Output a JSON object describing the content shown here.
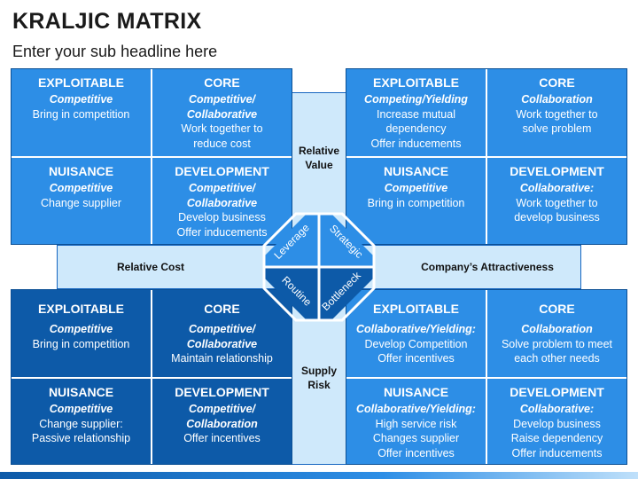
{
  "title": "KRALJIC MATRIX",
  "subtitle": "Enter your sub headline here",
  "bands": {
    "relative_value": "Relative\nValue",
    "relative_cost": "Relative Cost",
    "companys_attractiveness": "Company’s Attractiveness",
    "supply_risk": "Supply\nRisk"
  },
  "center": {
    "leverage": "Leverage",
    "strategic": "Strategic",
    "routine": "Routine",
    "bottleneck": "Bottleneck"
  },
  "quadrants": {
    "top_left": {
      "cells": [
        {
          "head": "EXPLOITABLE",
          "strat": "Competitive",
          "desc": [
            "Bring in competition"
          ]
        },
        {
          "head": "CORE",
          "strat": "Competitive/\nCollaborative",
          "desc": [
            "Work together to",
            "reduce cost"
          ]
        },
        {
          "head": "NUISANCE",
          "strat": "Competitive",
          "desc": [
            "Change supplier"
          ]
        },
        {
          "head": "DEVELOPMENT",
          "strat": "Competitive/\nCollaborative",
          "desc": [
            "Develop business",
            "Offer inducements"
          ]
        }
      ]
    },
    "top_right": {
      "cells": [
        {
          "head": "EXPLOITABLE",
          "strat": "Competing/Yielding",
          "desc": [
            "Increase mutual",
            "dependency",
            "Offer inducements"
          ]
        },
        {
          "head": "CORE",
          "strat": "Collaboration",
          "desc": [
            "Work together to",
            "solve problem"
          ]
        },
        {
          "head": "NUISANCE",
          "strat": "Competitive",
          "desc": [
            "Bring in competition"
          ]
        },
        {
          "head": "DEVELOPMENT",
          "strat": "Collaborative:",
          "desc": [
            "Work together to",
            "develop business"
          ]
        }
      ]
    },
    "bottom_left": {
      "cells": [
        {
          "head": "EXPLOITABLE",
          "strat": "Competitive",
          "desc": [
            "Bring in competition"
          ]
        },
        {
          "head": "CORE",
          "strat": "Competitive/\nCollaborative",
          "desc": [
            "Maintain relationship"
          ]
        },
        {
          "head": "NUISANCE",
          "strat": "Competitive",
          "desc": [
            "Change supplier:",
            "Passive relationship"
          ]
        },
        {
          "head": "DEVELOPMENT",
          "strat": "Competitive/\nCollaboration",
          "desc": [
            "Offer incentives"
          ]
        }
      ]
    },
    "bottom_right": {
      "cells": [
        {
          "head": "EXPLOITABLE",
          "strat": "Collaborative/Yielding:",
          "desc": [
            "Develop Competition",
            "Offer incentives"
          ]
        },
        {
          "head": "CORE",
          "strat": "Collaboration",
          "desc": [
            "Solve problem to meet",
            "each other needs"
          ]
        },
        {
          "head": "NUISANCE",
          "strat": "Collaborative/Yielding:",
          "desc": [
            "High service risk",
            "Changes supplier",
            "Offer incentives"
          ]
        },
        {
          "head": "DEVELOPMENT",
          "strat": "Collaborative:",
          "desc": [
            "Develop business",
            "Raise dependency",
            "Offer inducements"
          ]
        }
      ]
    }
  },
  "colors": {
    "bright_blue": "#2d8ee6",
    "dark_blue": "#0d5aa8",
    "band": "#cfe9fb",
    "diamond_light": "#2d8ee6",
    "diamond_dark": "#0d5aa8"
  }
}
